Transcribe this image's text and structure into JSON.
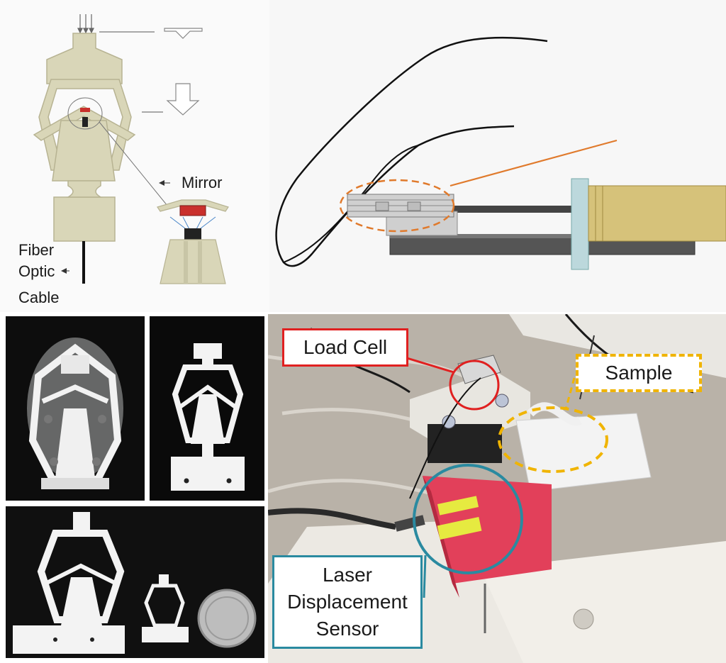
{
  "schematic": {
    "labels": {
      "mirror": "Mirror",
      "fiber_line1": "Fiber",
      "fiber_line2": "Optic",
      "fiber_line3": "Cable"
    },
    "colors": {
      "body": "#d9d6b8",
      "body_stroke": "#b7b392",
      "mirror": "#c9302c",
      "highlight_ellipse": "#e07a2c"
    }
  },
  "setup_photo": {
    "callouts": {
      "load_cell": "Load Cell",
      "sample": "Sample",
      "sensor_line1": "Laser",
      "sensor_line2": "Displacement",
      "sensor_line3": "Sensor"
    },
    "colors": {
      "load_cell": "#e02020",
      "sample": "#f0b400",
      "sensor": "#2a8aa0",
      "sensor_body": "#e0405a"
    }
  }
}
